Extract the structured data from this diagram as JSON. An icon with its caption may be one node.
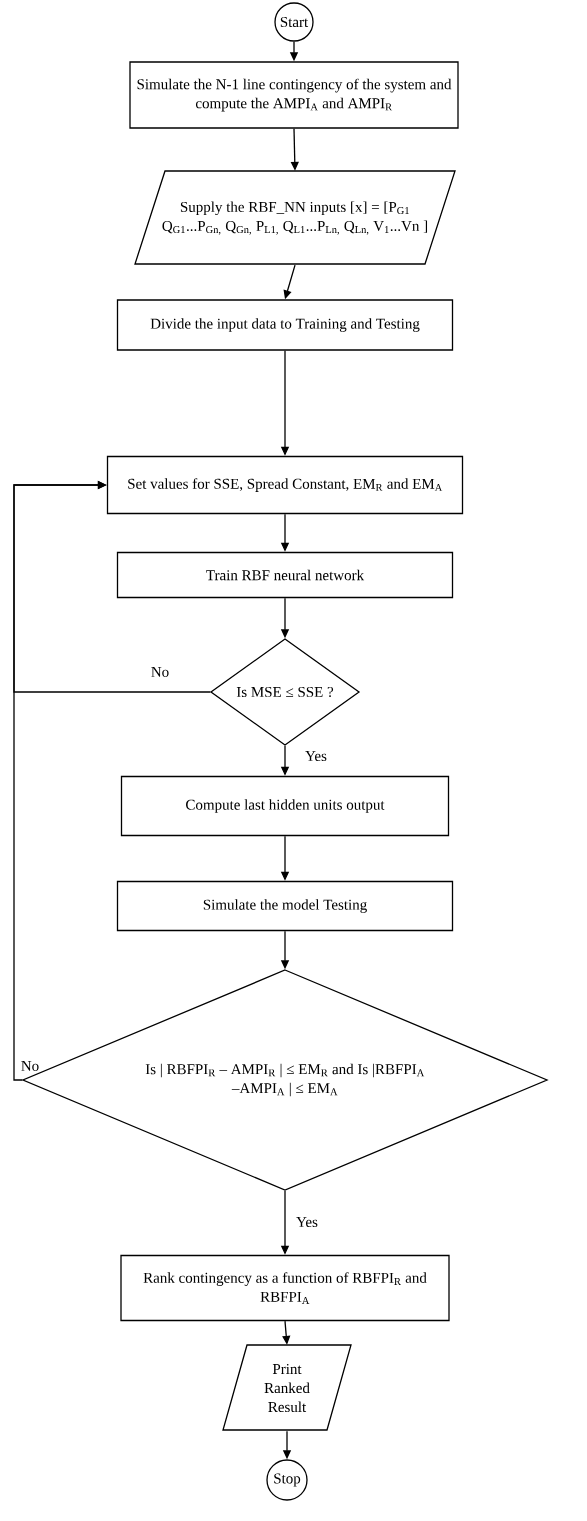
{
  "diagram": {
    "nodes": [
      {
        "text": [
          "Start"
        ]
      },
      {
        "text": [
          "Simulate the N-1 line contingency of the system and compute the AMPI$_{A}$ and AMPI$_{R}$"
        ]
      },
      {
        "text": [
          "Supply the RBF_NN inputs [x] = [P$_{G1}$ Q$_{G1}$...P$_{Gn,}$ Q$_{Gn,}$ P$_{L1,}$ Q$_{L1}$...P$_{Ln,}$ Q$_{Ln,}$ V$_{1}$...Vn ]"
        ]
      },
      {
        "text": [
          "Divide the input data to Training and Testing"
        ]
      },
      {
        "text": [
          "Set values for SSE, Spread Constant, EM$_{R}$ and EM$_{A}$"
        ]
      },
      {
        "text": [
          "Train RBF neural network"
        ]
      },
      {
        "text": [
          "Is MSE ≤ SSE ?"
        ]
      },
      {
        "text": [
          "Compute last hidden units output"
        ]
      },
      {
        "text": [
          "Simulate the model Testing"
        ]
      },
      {
        "text": [
          "Is | RBFPI$_{R}$ – AMPI$_{R}$ | ≤ EM$_{R}$ and Is |RBFPI$_{A}$ –AMPI$_{A}$ | ≤ EM$_{A}$"
        ]
      },
      {
        "text": [
          "Rank contingency as a function of RBFPI$_{R}$ and RBFPI$_{A}$"
        ]
      },
      {
        "text": [
          "Print Ranked Result"
        ]
      },
      {
        "text": [
          "Stop"
        ]
      }
    ],
    "edges": [
      {
        "from": 0,
        "to": 1,
        "arrow": "to"
      },
      {
        "from": 1,
        "to": 2,
        "arrow": "to"
      },
      {
        "from": 2,
        "to": 3,
        "arrow": "to"
      },
      {
        "from": 3,
        "to": 4,
        "arrow": "to"
      },
      {
        "from": 4,
        "to": 5,
        "arrow": "to"
      },
      {
        "from": 5,
        "to": 6,
        "arrow": "to"
      },
      {
        "from": 6,
        "to": 4,
        "arrow": "to",
        "label": "No"
      },
      {
        "from": 6,
        "to": 7,
        "arrow": "to",
        "label": "Yes"
      },
      {
        "from": 7,
        "to": 8,
        "arrow": "to"
      },
      {
        "from": 8,
        "to": 9,
        "arrow": "to"
      },
      {
        "from": 9,
        "to": 4,
        "arrow": "to",
        "label": "No"
      },
      {
        "from": 9,
        "to": 10,
        "arrow": "to",
        "label": "Yes"
      },
      {
        "from": 10,
        "to": 11,
        "arrow": "to"
      },
      {
        "from": 11,
        "to": 12,
        "arrow": "to"
      }
    ]
  }
}
